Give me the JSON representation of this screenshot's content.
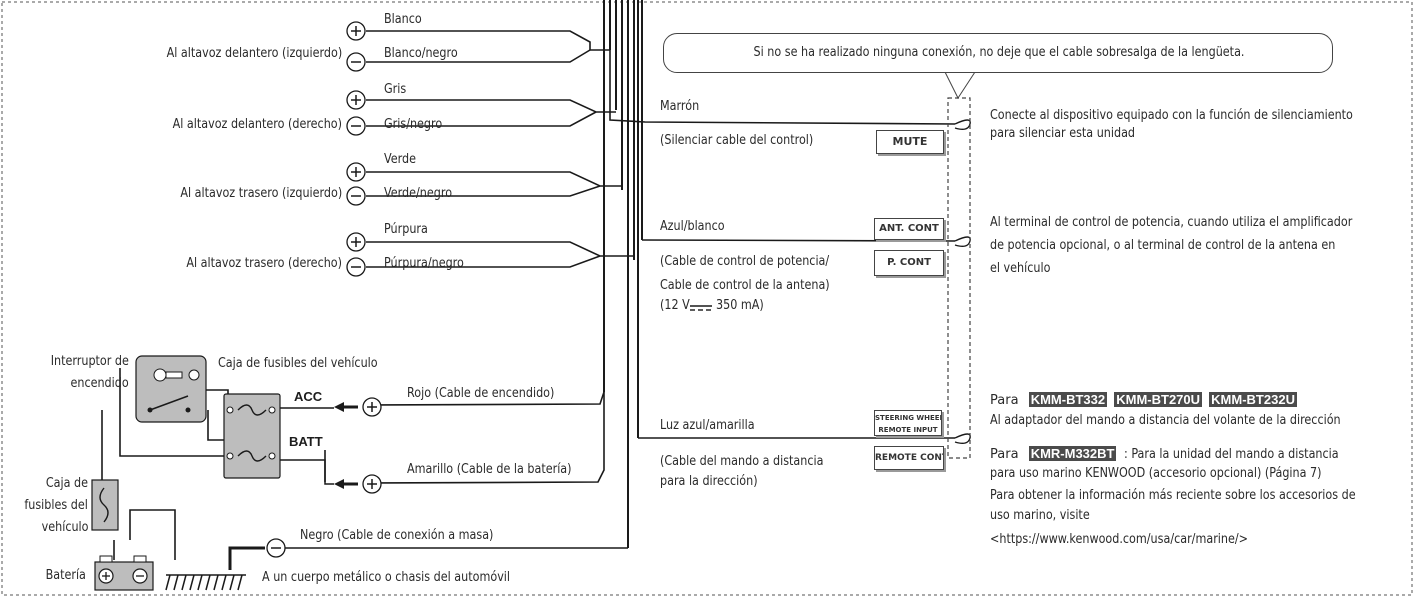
{
  "speakers": [
    {
      "dest": "Al altavoz delantero (izquierdo)",
      "plus_color": "Blanco",
      "minus_color": "Blanco/negro"
    },
    {
      "dest": "Al altavoz delantero (derecho)",
      "plus_color": "Gris",
      "minus_color": "Gris/negro"
    },
    {
      "dest": "Al altavoz trasero (izquierdo)",
      "plus_color": "Verde",
      "minus_color": "Verde/negro"
    },
    {
      "dest": "Al altavoz trasero (derecho)",
      "plus_color": "Púrpura",
      "minus_color": "Púrpura/negro"
    }
  ],
  "power": {
    "ignition_switch_line1": "Interruptor de",
    "ignition_switch_line2": "encendido",
    "fuse_box_label": "Caja de fusibles del vehículo",
    "acc": "ACC",
    "batt": "BATT",
    "fuse_small_line1": "Caja de",
    "fuse_small_line2": "fusibles del",
    "fuse_small_line3": "vehículo",
    "battery": "Batería",
    "red_wire": "Rojo (Cable de encendido)",
    "yellow_wire": "Amarillo (Cable de la batería)",
    "black_wire": "Negro (Cable de conexión a masa)",
    "ground_dest": "A un cuerpo metálico o chasis del automóvil"
  },
  "callout": "Si no se ha realizado ninguna conexión, no deje que el cable sobresalga de la lengüeta.",
  "mute": {
    "color": "Marrón",
    "desc": "(Silenciar cable del control)",
    "label": "MUTE",
    "dest_line1": "Conecte al dispositivo equipado con la función de silenciamiento",
    "dest_line2": "para silenciar esta unidad"
  },
  "pcont": {
    "color": "Azul/blanco",
    "desc_line1": "(Cable de control de potencia/",
    "desc_line2": "Cable de control de la antena)",
    "desc_line3_a": "(12 V",
    "desc_line3_b": "350 mA)",
    "label_ant": "ANT. CONT",
    "label_p": "P. CONT",
    "dest_line1": "Al terminal de control de potencia, cuando utiliza el amplificador",
    "dest_line2": "de potencia opcional, o al terminal de control de la antena en",
    "dest_line3": "el vehículo"
  },
  "remote": {
    "color": "Luz azul/amarilla",
    "desc_line1": "(Cable del mando a distancia",
    "desc_line2": "para la dirección)",
    "label_sw_line1": "STEERING WHEEL",
    "label_sw_line2": "REMOTE INPUT",
    "label_rc": "REMOTE CONT",
    "para1": "Para",
    "models1": [
      "KMM-BT332",
      "KMM-BT270U",
      "KMM-BT232U"
    ],
    "adapter_line": "Al adaptador del mando a distancia del volante de la dirección",
    "para2": "Para",
    "model2": "KMR-M332BT",
    "marine_line1": ": Para la unidad del mando a distancia",
    "marine_line2": "para uso marino KENWOOD (accesorio opcional) (Página 7)",
    "info_line1": "Para obtener la información más reciente sobre los accesorios de",
    "info_line2": "uso marino, visite",
    "url": "<https://www.kenwood.com/usa/car/marine/>"
  },
  "colors": {
    "line": "#1a1a1a",
    "box_grey": "#bdbdbd",
    "badge": "#4b4b4b"
  }
}
